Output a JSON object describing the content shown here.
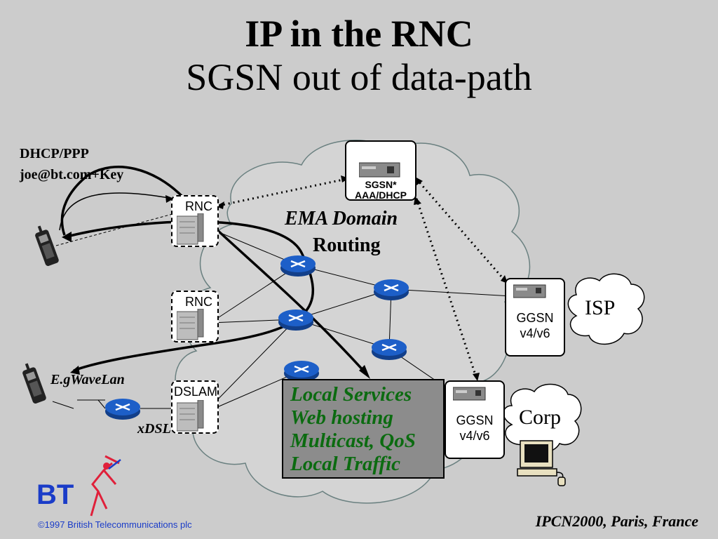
{
  "slide": {
    "title": "IP in the RNC",
    "subtitle": "SGSN out of data-path",
    "dhcp_line1": "DHCP/PPP",
    "dhcp_line2": "joe@bt.com+Key",
    "egwavelan": "E.gWaveLan",
    "xdsl": "xDSL",
    "ema_domain": "EMA Domain",
    "routing": "Routing",
    "sgsn_line1": "SGSN*",
    "sgsn_line2": "AAA/DHCP",
    "rnc_top": "RNC",
    "rnc_mid": "RNC",
    "dslam": "DSLAM",
    "ggsn_top_line1": "GGSN",
    "ggsn_top_line2": "v4/v6",
    "ggsn_bottom_line1": "GGSN",
    "ggsn_bottom_line2": "v4/v6",
    "isp": "ISP",
    "corp": "Corp",
    "local_services": [
      "Local Services",
      "Web hosting",
      "Multicast, QoS",
      "Local Traffic"
    ],
    "logo": "BT",
    "venue": "IPCN2000, Paris, France",
    "copyright": "©1997 British Telecommunications plc"
  },
  "colors": {
    "background": "#cccccc",
    "cloud": "#d4d4d4",
    "router": "#1d5fc8",
    "local_services_text": "#0b6b10",
    "local_services_fill": "#8c8c8c",
    "logo": "#1a3cc8"
  }
}
